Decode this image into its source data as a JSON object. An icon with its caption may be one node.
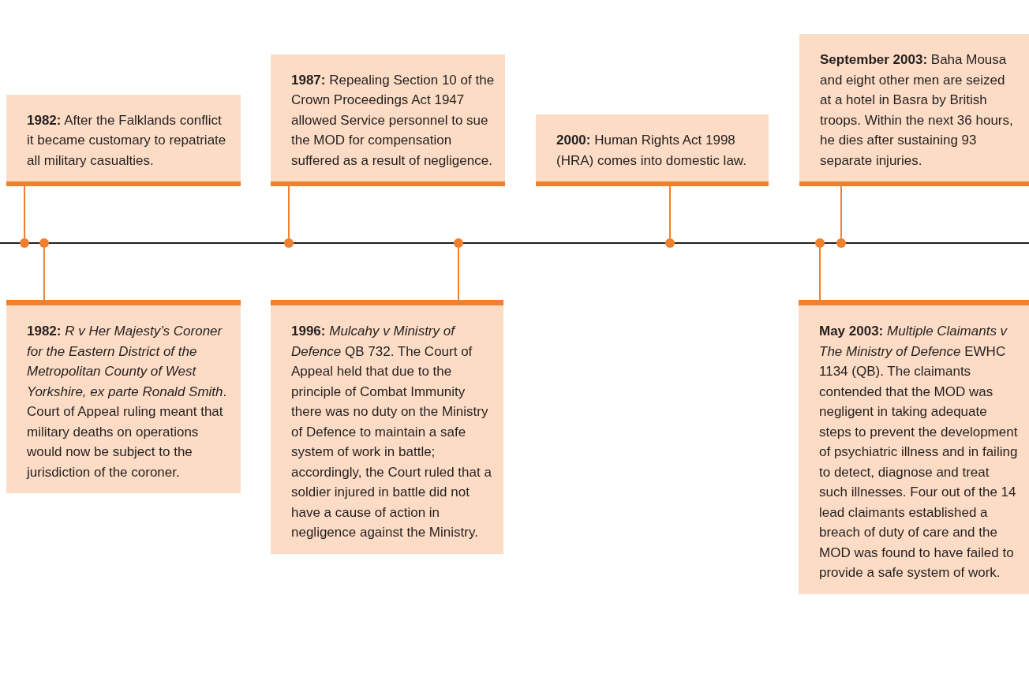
{
  "diagram": {
    "nodes": [
      {
        "text": [
          "**1982:** After the Falklands conflict it became customary to repatriate all military casualties."
        ]
      },
      {
        "text": [
          "**1982:** *R v Her Majesty’s Coroner for the Eastern District of the Metropolitan County of West Yorkshire, ex parte Ronald Smith*. Court of Appeal ruling meant that military deaths on operations would now be subject to the jurisdiction of the coroner."
        ]
      },
      {
        "text": [
          "**1987:** Repealing Section 10 of the Crown Proceedings Act 1947 allowed Service personnel to sue the MOD for compensation suffered as a result of negligence."
        ]
      },
      {
        "text": [
          "**1996:** *Mulcahy v Ministry of Defence* QB 732. The Court of Appeal held that due to the principle of Combat Immunity there was no duty on the Ministry of Defence to maintain a safe system of work in battle; accordingly, the Court ruled that a soldier injured in battle did not have a cause of action in negligence against the Ministry."
        ]
      },
      {
        "text": [
          "**2000:** Human Rights Act 1998 (HRA) comes into domestic law."
        ]
      },
      {
        "text": [
          "**May 2003:** *Multiple Claimants v The Ministry of Defence* EWHC 1134 (QB). The claimants contended that the MOD was negligent in taking adequate steps to prevent the development of psychiatric illness and in failing to detect, diagnose and treat such illnesses. Four out of the 14 lead claimants established a breach of duty of care and the MOD was found to have failed to provide a safe system of work."
        ]
      },
      {
        "text": [
          "**September 2003:** Baha Mousa and eight other men are seized at a hotel in Basra by British troops. Within the next 36 hours, he dies after sustaining 93 separate injuries."
        ]
      },
      {
        "text": [],
        "shape": "circle"
      },
      {
        "text": [],
        "shape": "circle"
      },
      {
        "text": [],
        "shape": "circle"
      },
      {
        "text": [],
        "shape": "circle"
      },
      {
        "text": [],
        "shape": "circle"
      },
      {
        "text": [],
        "shape": "circle"
      },
      {
        "text": [],
        "shape": "circle"
      }
    ],
    "edges": [
      {
        "from": 0,
        "to": 7,
        "arrow": "none"
      },
      {
        "from": 1,
        "to": 8,
        "arrow": "none"
      },
      {
        "from": 2,
        "to": 9,
        "arrow": "none"
      },
      {
        "from": 3,
        "to": 10,
        "arrow": "none"
      },
      {
        "from": 4,
        "to": 11,
        "arrow": "none"
      },
      {
        "from": 5,
        "to": 12,
        "arrow": "none"
      },
      {
        "from": 6,
        "to": 13,
        "arrow": "none"
      }
    ]
  }
}
